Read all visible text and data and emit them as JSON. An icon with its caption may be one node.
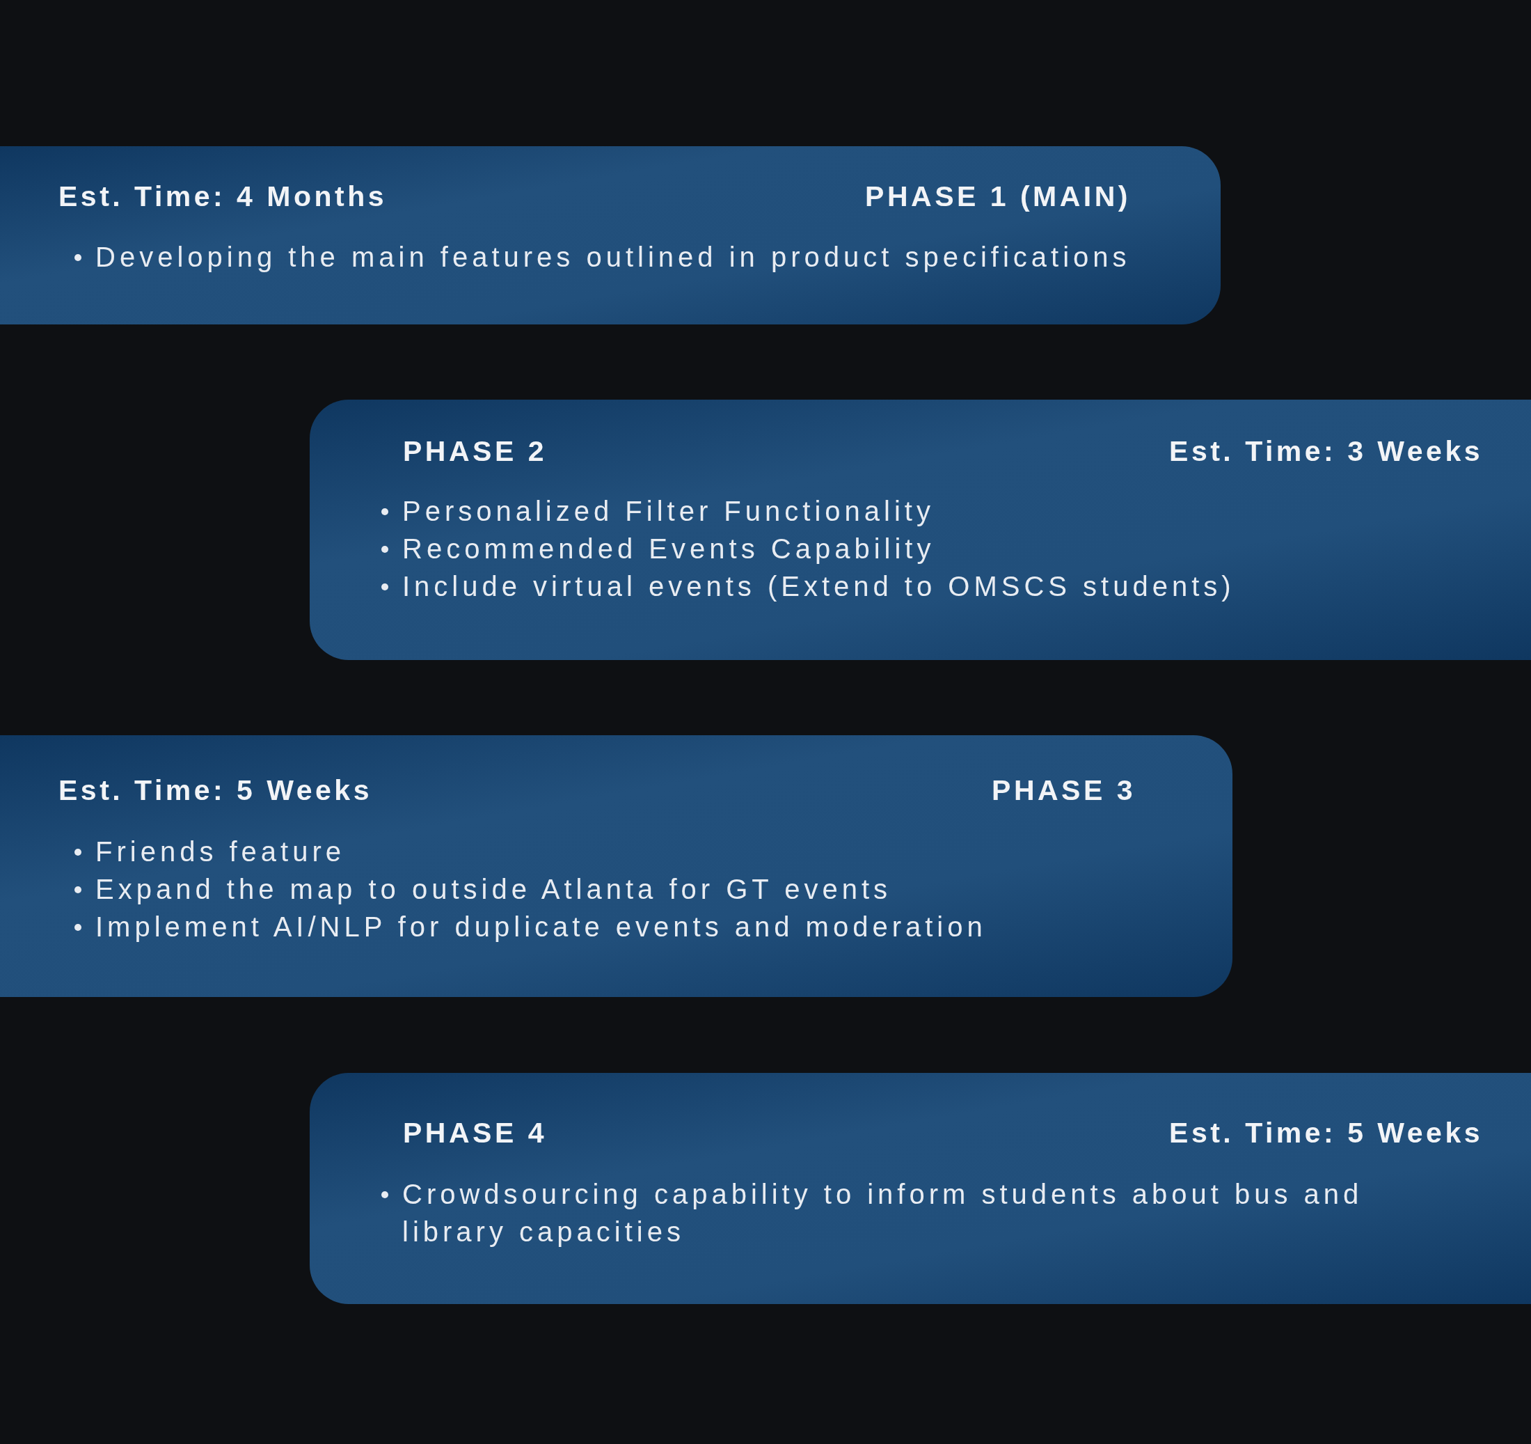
{
  "diagram": {
    "nodes": [
      {
        "text": [
          "Est. Time: 4 Months",
          "PHASE 1 (MAIN)",
          "Developing the main features outlined in product specifications"
        ]
      },
      {
        "text": [
          "PHASE 2",
          "Est. Time: 3 Weeks",
          "Personalized Filter Functionality",
          "Recommended Events Capability",
          "Include virtual events (Extend to OMSCS students)"
        ]
      },
      {
        "text": [
          "Est. Time: 5 Weeks",
          "PHASE 3",
          "Friends feature",
          "Expand the map to outside Atlanta for GT events",
          "Implement AI/NLP for duplicate events and moderation"
        ]
      },
      {
        "text": [
          "PHASE 4",
          "Est. Time: 5 Weeks",
          "Crowdsourcing capability to inform students about bus and library capacities"
        ]
      }
    ]
  }
}
